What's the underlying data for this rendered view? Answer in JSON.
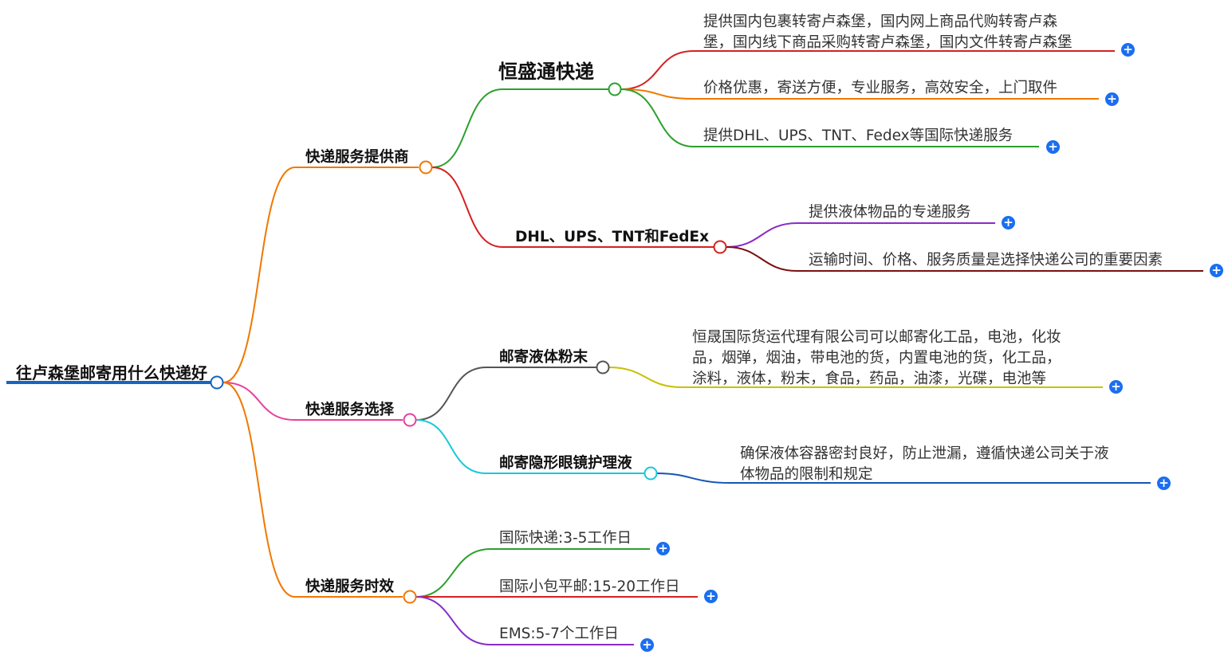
{
  "root": {
    "label": "往卢森堡邮寄用什么快递好"
  },
  "branches": [
    {
      "label": "快递服务提供商",
      "children": [
        {
          "label": "恒盛通快递",
          "leaves": [
            "提供国内包裹转寄卢森堡，国内网上商品代购转寄卢森\n堡，国内线下商品采购转寄卢森堡，国内文件转寄卢森堡",
            "价格优惠，寄送方便，专业服务，高效安全，上门取件",
            "提供DHL、UPS、TNT、Fedex等国际快递服务"
          ]
        },
        {
          "label": "DHL、UPS、TNT和FedEx",
          "leaves": [
            "提供液体物品的专递服务",
            "运输时间、价格、服务质量是选择快递公司的重要因素"
          ]
        }
      ]
    },
    {
      "label": "快递服务选择",
      "children": [
        {
          "label": "邮寄液体粉末",
          "leaves": [
            "恒晟国际货运代理有限公司可以邮寄化工品，电池，化妆\n品，烟弹，烟油，带电池的货，内置电池的货，化工品，\n涂料，液体，粉末，食品，药品，油漆，光碟，电池等"
          ]
        },
        {
          "label": "邮寄隐形眼镜护理液",
          "leaves": [
            "确保液体容器密封良好，防止泄漏，遵循快递公司关于液\n体物品的限制和规定"
          ]
        }
      ]
    },
    {
      "label": "快递服务时效",
      "leaves": [
        "国际快递:3-5工作日",
        "国际小包平邮:15-20工作日",
        "EMS:5-7个工作日"
      ]
    }
  ],
  "expand_symbol": "+",
  "colors": {
    "root_line": "#1565c0",
    "branch_orange": "#f07800",
    "branch_pink": "#e8409c",
    "green": "#2ca02c",
    "red": "#d62020",
    "orange": "#f07800",
    "purple": "#8a2bc8",
    "dark_red": "#7a1010",
    "gray": "#555555",
    "yellow": "#c8c000",
    "cyan": "#19c8d8",
    "blue": "#1555b8",
    "plus_blue": "#1a6ef0"
  }
}
